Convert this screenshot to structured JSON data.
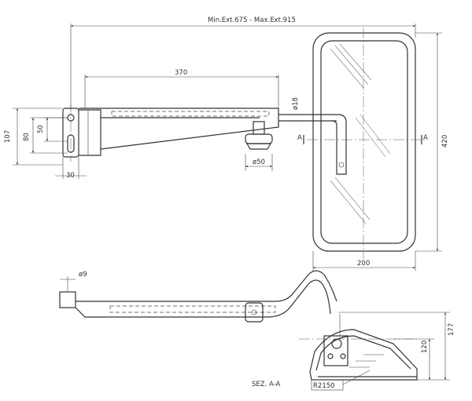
{
  "dimensions": {
    "ext_range": "Min.Ext.675 - Max.Ext.915",
    "arm_length": "370",
    "tube_diameter": "ø18",
    "bracket_height": "107",
    "bracket_hole_spacing": "80",
    "bracket_slot": "50",
    "bracket_width": "30",
    "knob_diameter": "ø50",
    "mirror_height": "420",
    "mirror_width": "200",
    "pin_diameter": "ø9",
    "side_height_total": "177",
    "side_height_mirror": "120",
    "mirror_radius": "R2150"
  },
  "labels": {
    "section_mark_left": "A",
    "section_mark_right": "A",
    "section_title": "SEZ. A-A"
  },
  "colors": {
    "line": "#333333",
    "background": "#ffffff"
  }
}
